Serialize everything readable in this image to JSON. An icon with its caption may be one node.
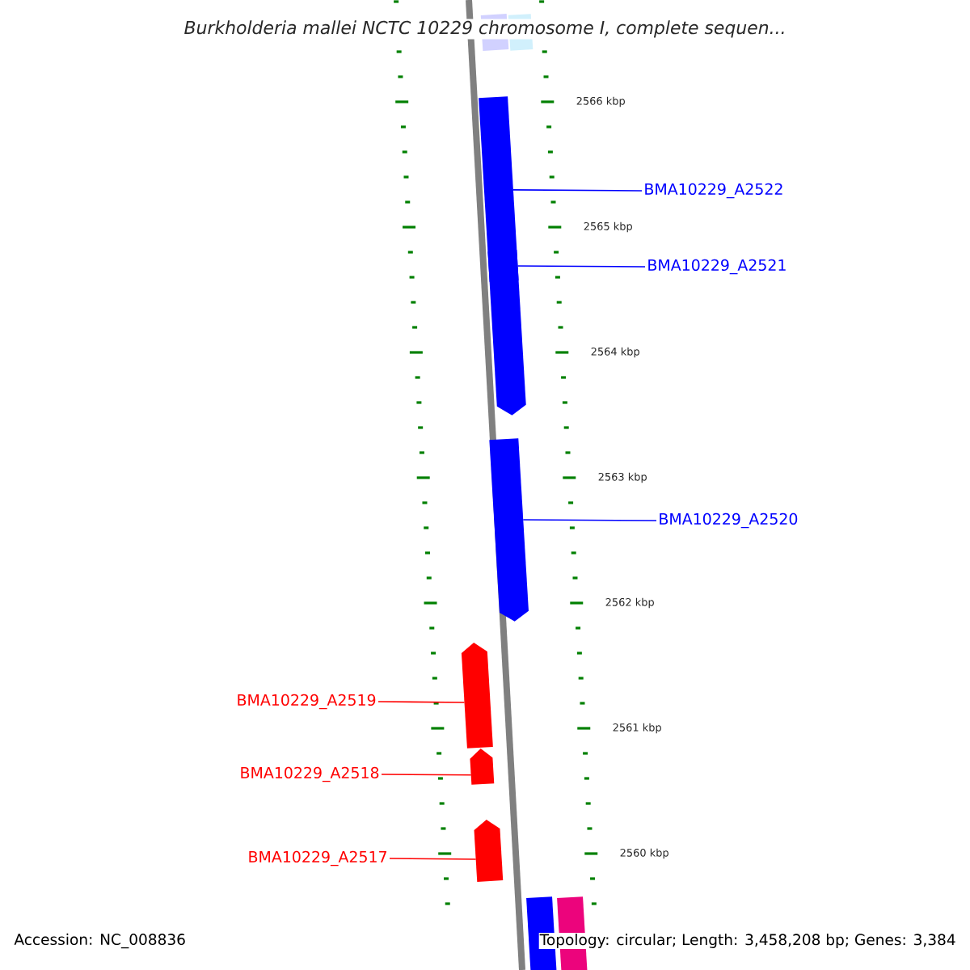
{
  "diagram": {
    "title": "Burkholderia mallei NCTC 10229 chromosome I, complete sequen...",
    "nodes": [
      {
        "text": [
          "BMA10229_A2522"
        ]
      },
      {
        "text": [
          "BMA10229_A2521"
        ]
      },
      {
        "text": [
          "BMA10229_A2520"
        ]
      },
      {
        "text": [
          "BMA10229_A2519"
        ]
      },
      {
        "text": [
          "BMA10229_A2518"
        ]
      },
      {
        "text": [
          "BMA10229_A2517"
        ]
      },
      {
        "text": [],
        "shape": "arrow"
      },
      {
        "text": [],
        "shape": "arrow"
      },
      {
        "text": [],
        "shape": "arrow"
      },
      {
        "text": [],
        "shape": "arrow"
      },
      {
        "text": [],
        "shape": "arrow"
      },
      {
        "text": [],
        "shape": "arrow"
      },
      {
        "text": [],
        "shape": "bar"
      },
      {
        "text": [],
        "shape": "bar"
      },
      {
        "text": [],
        "shape": "bar"
      },
      {
        "text": [],
        "shape": "bar"
      }
    ],
    "edges": [
      {
        "from": 0,
        "to": 6,
        "arrow": "none",
        "color": "#0000ff"
      },
      {
        "from": 1,
        "to": 7,
        "arrow": "none",
        "color": "#0000ff"
      },
      {
        "from": 2,
        "to": 8,
        "arrow": "none",
        "color": "#0000ff"
      },
      {
        "from": 3,
        "to": 9,
        "arrow": "none",
        "color": "#ff0000"
      },
      {
        "from": 4,
        "to": 10,
        "arrow": "none",
        "color": "#ff0000"
      },
      {
        "from": 5,
        "to": 11,
        "arrow": "none",
        "color": "#ff0000"
      }
    ],
    "labels": [
      "2566 kbp",
      "2565 kbp",
      "2564 kbp",
      "2563 kbp",
      "2562 kbp",
      "2561 kbp",
      "2560 kbp",
      "Accession: NC_008836",
      "Topology: circular; Length: 3,458,208 bp; Genes: 3,384"
    ]
  }
}
